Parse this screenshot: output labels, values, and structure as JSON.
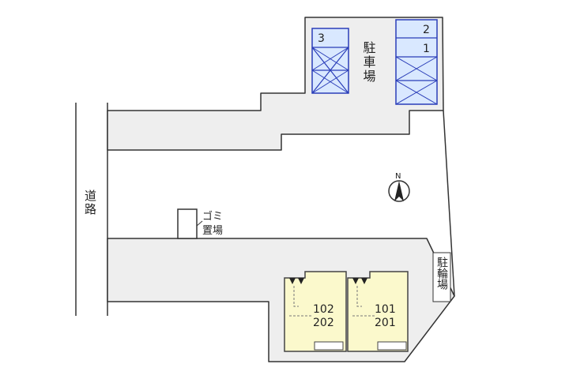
{
  "labels": {
    "parking": "駐車場",
    "road": "道路",
    "garbage": "ゴミ置場",
    "bicycle": "駐輪場",
    "north": "N"
  },
  "parking_spaces": [
    "3",
    "2",
    "1"
  ],
  "units": [
    {
      "top": "102",
      "bottom": "202"
    },
    {
      "top": "101",
      "bottom": "201"
    }
  ],
  "colors": {
    "lot_fill": "#eeeeee",
    "lot_stroke": "#333333",
    "parking_fill": "#d9e8ff",
    "parking_stroke": "#2a3db8",
    "building_fill": "#fbf9cc",
    "building_stroke": "#444444"
  }
}
